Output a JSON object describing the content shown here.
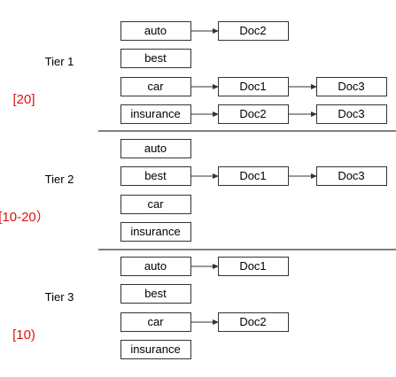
{
  "tiers": [
    {
      "label": "Tier 1",
      "range": "[20]",
      "rows": [
        {
          "term": "auto",
          "docs": [
            "Doc2"
          ]
        },
        {
          "term": "best",
          "docs": []
        },
        {
          "term": "car",
          "docs": [
            "Doc1",
            "Doc3"
          ]
        },
        {
          "term": "insurance",
          "docs": [
            "Doc2",
            "Doc3"
          ]
        }
      ]
    },
    {
      "label": "Tier 2",
      "range": "[10-20）",
      "rows": [
        {
          "term": "auto",
          "docs": []
        },
        {
          "term": "best",
          "docs": [
            "Doc1",
            "Doc3"
          ]
        },
        {
          "term": "car",
          "docs": []
        },
        {
          "term": "insurance",
          "docs": []
        }
      ]
    },
    {
      "label": "Tier 3",
      "range": "[10)",
      "rows": [
        {
          "term": "auto",
          "docs": [
            "Doc1"
          ]
        },
        {
          "term": "best",
          "docs": []
        },
        {
          "term": "car",
          "docs": [
            "Doc2"
          ]
        },
        {
          "term": "insurance",
          "docs": []
        }
      ]
    }
  ],
  "colors": {
    "range_label": "#dd1111",
    "box_stroke": "#333333",
    "text": "#000000"
  }
}
